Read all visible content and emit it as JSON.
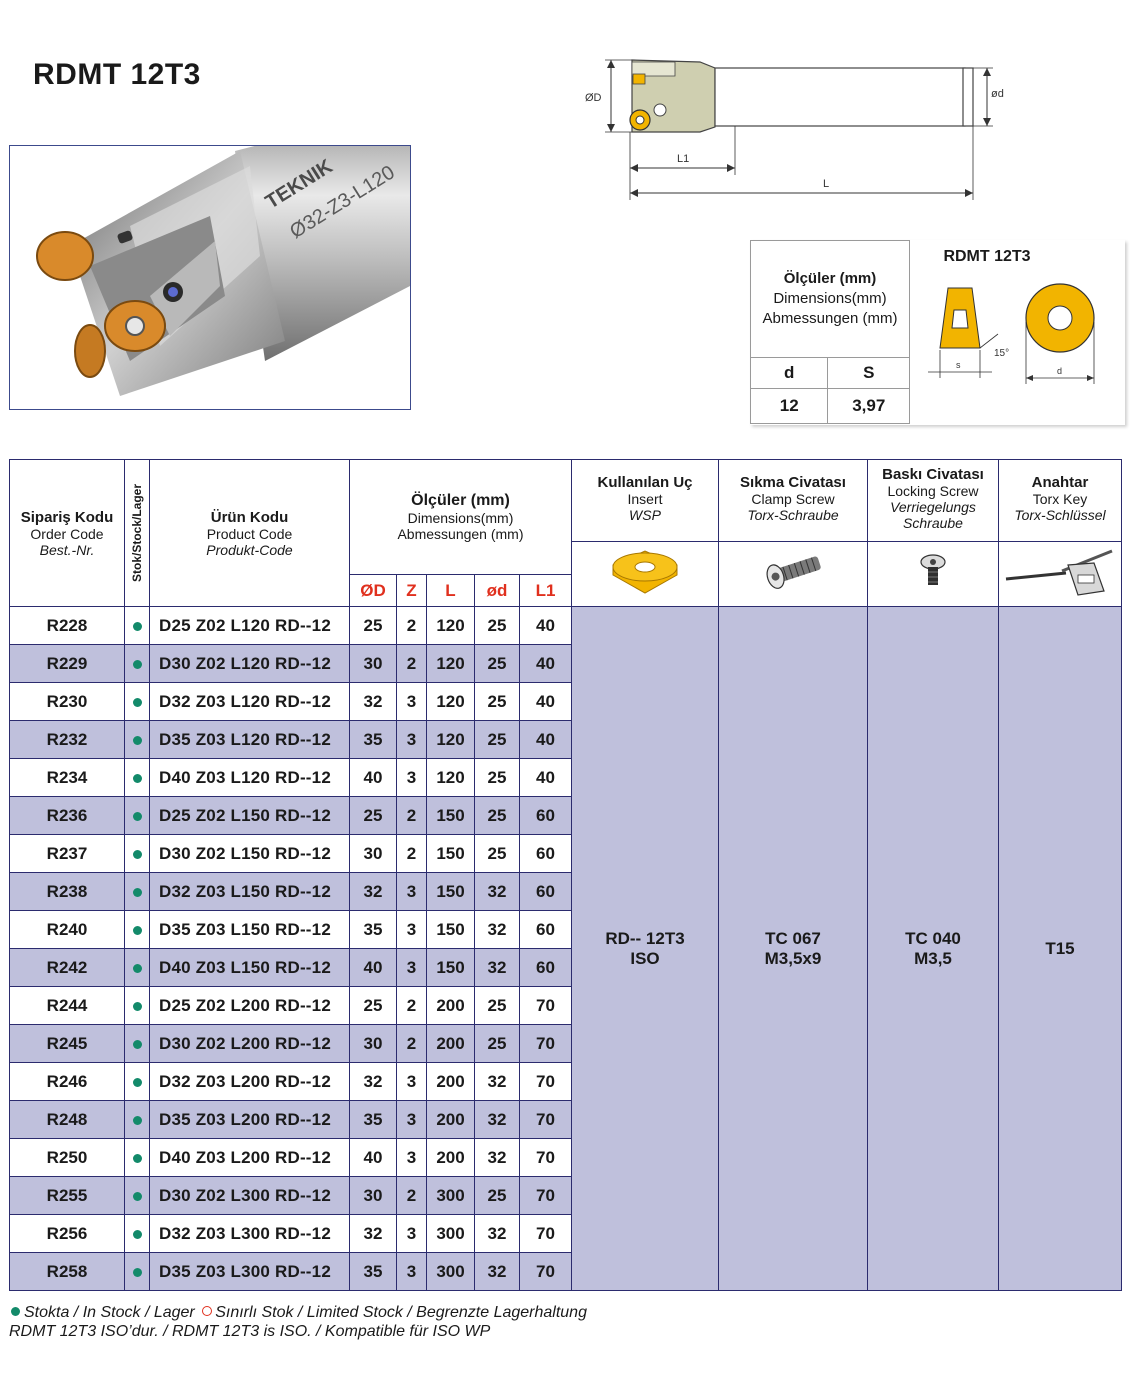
{
  "title": "RDMT 12T3",
  "photo": {
    "brand": "TEKNIK",
    "engraving": "Ø32-Z3-L120"
  },
  "drawing": {
    "labels": {
      "D": "ØD",
      "d": "ød",
      "L1": "L1",
      "L": "L"
    }
  },
  "spec": {
    "title": "RDMT 12T3",
    "heading_tr": "Ölçüler (mm)",
    "heading_en": "Dimensions(mm)",
    "heading_de": "Abmessungen (mm)",
    "col_d": "d",
    "col_s": "S",
    "val_d": "12",
    "val_s": "3,97",
    "angle": "15°",
    "dim_s": "s",
    "dim_d": "d"
  },
  "table": {
    "headers": {
      "order_tr": "Sipariş Kodu",
      "order_en": "Order Code",
      "order_de": "Best.-Nr.",
      "stock": "Stok/Stock/Lager",
      "product_tr": "Ürün Kodu",
      "product_en": "Product Code",
      "product_de": "Produkt-Code",
      "dims_tr": "Ölçüler (mm)",
      "dims_en": "Dimensions(mm)",
      "dims_de": "Abmessungen (mm)",
      "insert_tr": "Kullanılan Uç",
      "insert_en": "Insert",
      "insert_de": "WSP",
      "clamp_tr": "Sıkma Civatası",
      "clamp_en": "Clamp Screw",
      "clamp_de": "Torx-Schraube",
      "lock_tr": "Baskı Civatası",
      "lock_en": "Locking Screw",
      "lock_de": "Verriegelungs Schraube",
      "key_tr": "Anahtar",
      "key_en": "Torx Key",
      "key_de": "Torx-Schlüssel"
    },
    "dim_cols": [
      "ØD",
      "Z",
      "L",
      "ød",
      "L1"
    ],
    "rows": [
      {
        "order": "R228",
        "product": "D25 Z02 L120 RD--12",
        "D": "25",
        "Z": "2",
        "L": "120",
        "d": "25",
        "L1": "40"
      },
      {
        "order": "R229",
        "product": "D30 Z02 L120 RD--12",
        "D": "30",
        "Z": "2",
        "L": "120",
        "d": "25",
        "L1": "40"
      },
      {
        "order": "R230",
        "product": "D32 Z03 L120 RD--12",
        "D": "32",
        "Z": "3",
        "L": "120",
        "d": "25",
        "L1": "40"
      },
      {
        "order": "R232",
        "product": "D35 Z03 L120 RD--12",
        "D": "35",
        "Z": "3",
        "L": "120",
        "d": "25",
        "L1": "40"
      },
      {
        "order": "R234",
        "product": "D40 Z03 L120 RD--12",
        "D": "40",
        "Z": "3",
        "L": "120",
        "d": "25",
        "L1": "40"
      },
      {
        "order": "R236",
        "product": "D25 Z02 L150 RD--12",
        "D": "25",
        "Z": "2",
        "L": "150",
        "d": "25",
        "L1": "60"
      },
      {
        "order": "R237",
        "product": "D30 Z02 L150 RD--12",
        "D": "30",
        "Z": "2",
        "L": "150",
        "d": "25",
        "L1": "60"
      },
      {
        "order": "R238",
        "product": "D32 Z03 L150 RD--12",
        "D": "32",
        "Z": "3",
        "L": "150",
        "d": "32",
        "L1": "60"
      },
      {
        "order": "R240",
        "product": "D35 Z03 L150 RD--12",
        "D": "35",
        "Z": "3",
        "L": "150",
        "d": "32",
        "L1": "60"
      },
      {
        "order": "R242",
        "product": "D40 Z03 L150 RD--12",
        "D": "40",
        "Z": "3",
        "L": "150",
        "d": "32",
        "L1": "60"
      },
      {
        "order": "R244",
        "product": "D25 Z02 L200 RD--12",
        "D": "25",
        "Z": "2",
        "L": "200",
        "d": "25",
        "L1": "70"
      },
      {
        "order": "R245",
        "product": "D30 Z02 L200 RD--12",
        "D": "30",
        "Z": "2",
        "L": "200",
        "d": "25",
        "L1": "70"
      },
      {
        "order": "R246",
        "product": "D32 Z03 L200 RD--12",
        "D": "32",
        "Z": "3",
        "L": "200",
        "d": "32",
        "L1": "70"
      },
      {
        "order": "R248",
        "product": "D35 Z03 L200 RD--12",
        "D": "35",
        "Z": "3",
        "L": "200",
        "d": "32",
        "L1": "70"
      },
      {
        "order": "R250",
        "product": "D40 Z03 L200 RD--12",
        "D": "40",
        "Z": "3",
        "L": "200",
        "d": "32",
        "L1": "70"
      },
      {
        "order": "R255",
        "product": "D30 Z02 L300 RD--12",
        "D": "30",
        "Z": "2",
        "L": "300",
        "d": "25",
        "L1": "70"
      },
      {
        "order": "R256",
        "product": "D32 Z03 L300 RD--12",
        "D": "32",
        "Z": "3",
        "L": "300",
        "d": "32",
        "L1": "70"
      },
      {
        "order": "R258",
        "product": "D35 Z03 L300 RD--12",
        "D": "35",
        "Z": "3",
        "L": "300",
        "d": "32",
        "L1": "70"
      }
    ],
    "insert_value_1": "RD-- 12T3",
    "insert_value_2": "ISO",
    "clamp_value_1": "TC 067",
    "clamp_value_2": "M3,5x9",
    "lock_value_1": "TC 040",
    "lock_value_2": "M3,5",
    "key_value": "T15"
  },
  "footer": {
    "legend_in_stock": "Stokta / In Stock / Lager",
    "legend_limited": "Sınırlı Stok / Limited Stock / Begrenzte Lagerhaltung",
    "iso_note": "RDMT 12T3 ISO’dur. / RDMT 12T3 is ISO. / Kompatible für ISO WP"
  },
  "colors": {
    "stock_dot": "#138a6a",
    "accent_red": "#e0301e",
    "band": "#bfc0dc",
    "border": "#2b2b6e",
    "insert_gold": "#f2b400"
  }
}
